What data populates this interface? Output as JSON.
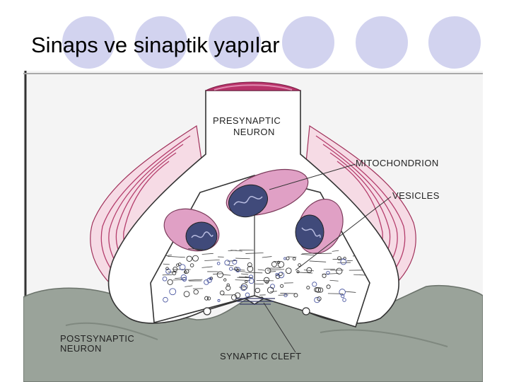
{
  "slide": {
    "title": "Sinaps ve sinaptik yapılar"
  },
  "diagram": {
    "labels": {
      "presynaptic_line1": "PRESYNAPTIC",
      "presynaptic_line2": "NEURON",
      "mitochondrion": "MITOCHONDRION",
      "vesicles": "VESICLES",
      "postsynaptic_line1": "POSTSYNAPTIC",
      "postsynaptic_line2": "NEURON",
      "synaptic_cleft": "SYNAPTIC CLEFT"
    }
  },
  "colors": {
    "deco_circle_fill": "#d2d3ef",
    "deco_circle_stroke": "#ffffff",
    "figure_background": "#f3f3f3",
    "postsynaptic_gray": "#9aa39a",
    "sheath_pink": "#c97a95",
    "sheath_dark": "#a0305a",
    "mitochondrion_pink": "#e0a0c5",
    "mitochondrion_dark": "#404a7a"
  }
}
